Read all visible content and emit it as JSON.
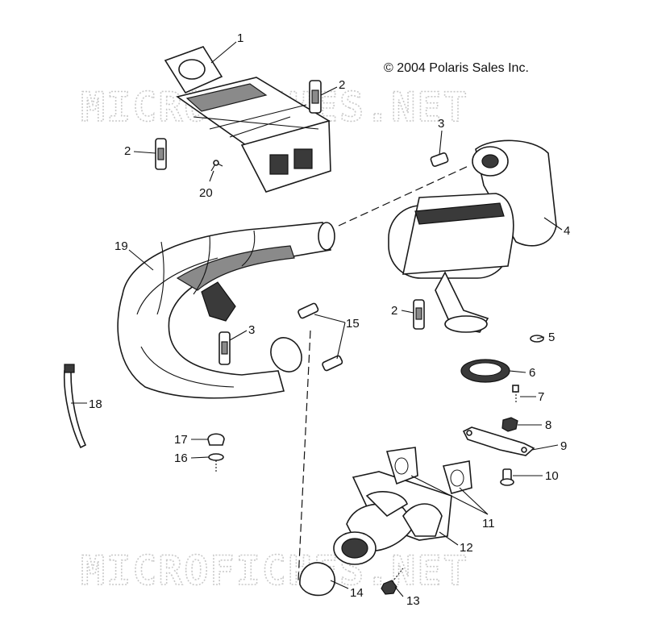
{
  "copyright": "© 2004 Polaris Sales Inc.",
  "watermark": "MICROFICHES.NET",
  "callouts": {
    "c1": "1",
    "c2a": "2",
    "c2b": "2",
    "c2c": "2",
    "c3a": "3",
    "c3b": "3",
    "c4": "4",
    "c5": "5",
    "c6": "6",
    "c7": "7",
    "c8": "8",
    "c9": "9",
    "c10": "10",
    "c11": "11",
    "c12": "12",
    "c13": "13",
    "c14": "14",
    "c15": "15",
    "c16": "16",
    "c17": "17",
    "c18": "18",
    "c19": "19",
    "c20": "20"
  }
}
